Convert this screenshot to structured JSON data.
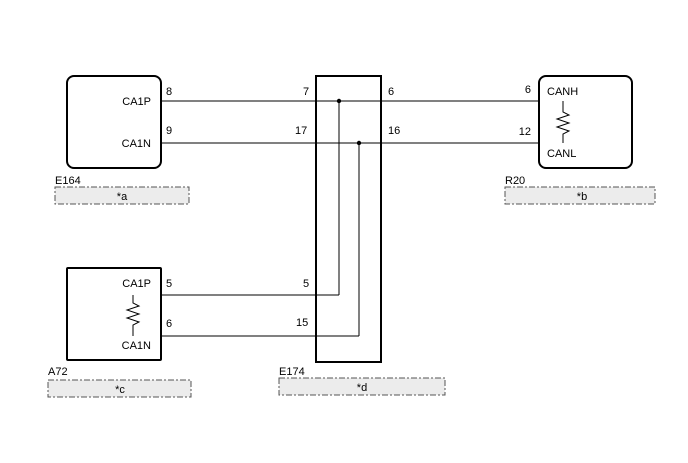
{
  "connectors": {
    "e164": {
      "id": "E164",
      "label": "*a",
      "pin_top_name": "CA1P",
      "pin_top_num": "8",
      "pin_bot_name": "CA1N",
      "pin_bot_num": "9"
    },
    "r20": {
      "id": "R20",
      "label": "*b",
      "pin_top_name": "CANH",
      "pin_top_num": "6",
      "pin_bot_name": "CANL",
      "pin_bot_num": "12"
    },
    "a72": {
      "id": "A72",
      "label": "*c",
      "pin_top_name": "CA1P",
      "pin_top_num": "5",
      "pin_bot_name": "CA1N",
      "pin_bot_num": "6"
    },
    "e174": {
      "id": "E174",
      "label": "*d",
      "left_pins": [
        "7",
        "17",
        "5",
        "15"
      ],
      "right_pins": [
        "6",
        "16"
      ]
    }
  }
}
